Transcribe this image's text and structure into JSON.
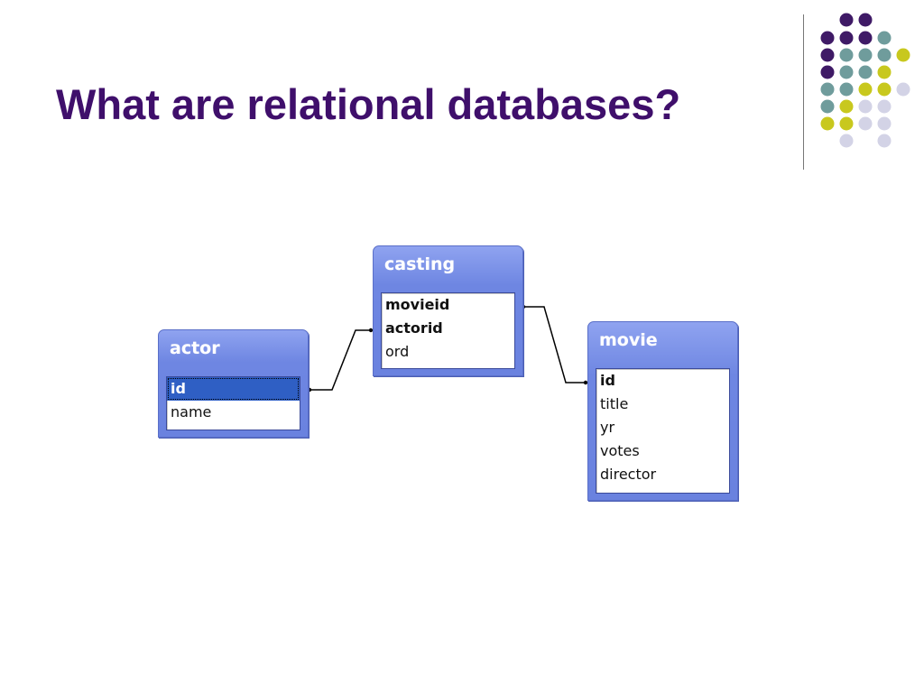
{
  "slide": {
    "title": "What are relational databases?"
  },
  "decor": {
    "dot_colors": {
      "purple": "#3f1a66",
      "teal": "#6f9c9c",
      "yellow": "#c8c81e",
      "lavender": "#d3d3e6"
    }
  },
  "diagram": {
    "tables": {
      "actor": {
        "name": "actor",
        "fields": [
          {
            "label": "id",
            "key": true,
            "selected": true
          },
          {
            "label": "name",
            "key": false,
            "selected": false
          }
        ]
      },
      "casting": {
        "name": "casting",
        "fields": [
          {
            "label": "movieid",
            "key": true,
            "selected": false
          },
          {
            "label": "actorid",
            "key": true,
            "selected": false
          },
          {
            "label": "ord",
            "key": false,
            "selected": false
          }
        ]
      },
      "movie": {
        "name": "movie",
        "fields": [
          {
            "label": "id",
            "key": true,
            "selected": false
          },
          {
            "label": "title",
            "key": false,
            "selected": false
          },
          {
            "label": "yr",
            "key": false,
            "selected": false
          },
          {
            "label": "votes",
            "key": false,
            "selected": false
          },
          {
            "label": "director",
            "key": false,
            "selected": false
          }
        ]
      }
    },
    "relationships": [
      {
        "from": "casting.actorid",
        "to": "actor.id"
      },
      {
        "from": "casting.movieid",
        "to": "movie.id"
      }
    ]
  }
}
